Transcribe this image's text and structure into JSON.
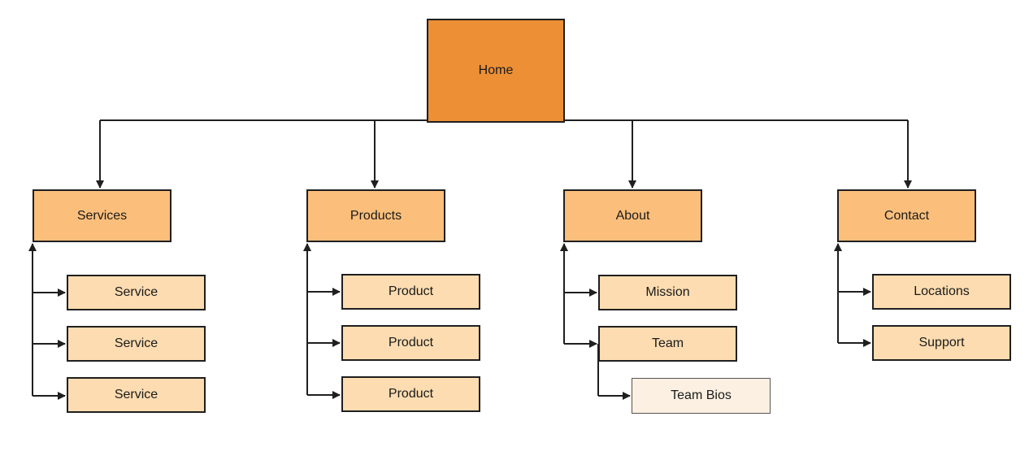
{
  "colors": {
    "level0": "#ec8f35",
    "level1": "#fbbf7b",
    "level2": "#fcdcb0",
    "level3": "#fcf0e2",
    "line": "#1f1f1f"
  },
  "root": {
    "label": "Home"
  },
  "sections": {
    "services": {
      "label": "Services",
      "children": [
        "Service",
        "Service",
        "Service"
      ]
    },
    "products": {
      "label": "Products",
      "children": [
        "Product",
        "Product",
        "Product"
      ]
    },
    "about": {
      "label": "About",
      "children": [
        "Mission",
        "Team"
      ],
      "grandchildren": [
        "Team Bios"
      ]
    },
    "contact": {
      "label": "Contact",
      "children": [
        "Locations",
        "Support"
      ]
    }
  }
}
